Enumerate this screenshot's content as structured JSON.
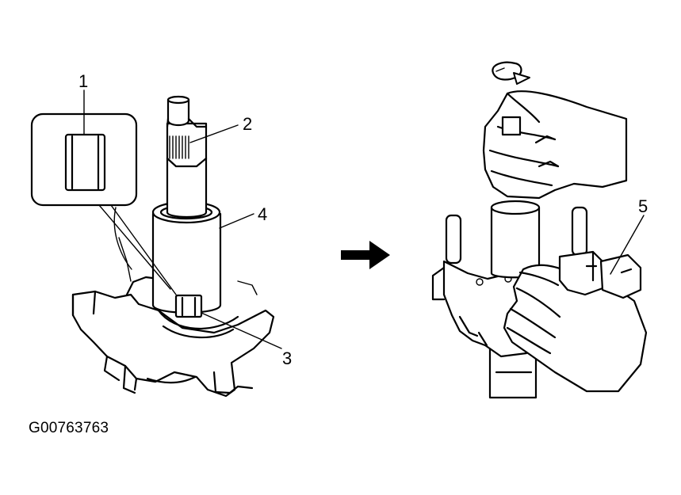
{
  "callouts": {
    "c1": "1",
    "c2": "2",
    "c3": "3",
    "c4": "4",
    "c5": "5"
  },
  "figure_code": "G00763763",
  "icons": {
    "direction_arrow": "right-arrow-icon",
    "rotation_arrow": "rotate-arrow-icon"
  },
  "colors": {
    "line": "#000000",
    "background": "#ffffff"
  }
}
